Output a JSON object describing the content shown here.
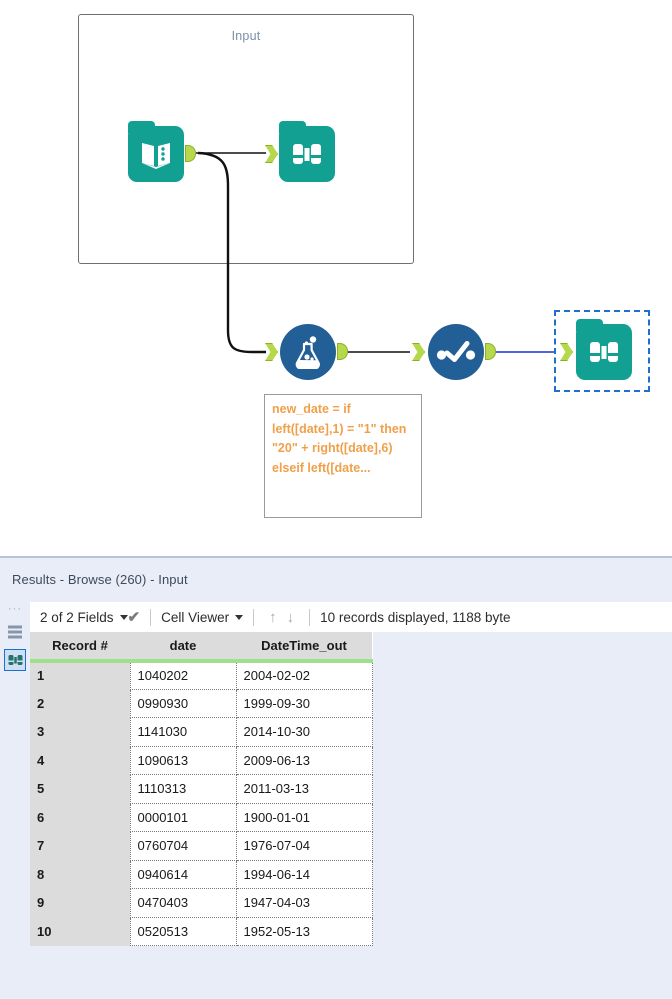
{
  "canvas": {
    "container": {
      "label": "Input"
    },
    "tools": [
      {
        "name": "input-data-tool",
        "icon": "book-icon",
        "type": "input"
      },
      {
        "name": "browse-tool-top",
        "icon": "binoculars-icon",
        "type": "browse"
      },
      {
        "name": "formula-tool",
        "icon": "flask-icon",
        "type": "formula"
      },
      {
        "name": "datetime-tool",
        "icon": "datetime-icon",
        "type": "datetime"
      },
      {
        "name": "browse-tool-selected",
        "icon": "binoculars-icon",
        "type": "browse",
        "selected": true
      }
    ],
    "annotation": {
      "text": "new_date = if left([date],1) = \"1\" then \"20\" + right([date],6) elseif left([date..."
    },
    "colors": {
      "tool_teal": "#12a092",
      "tool_blue": "#225f96",
      "anchor_green": "#b5d94a",
      "selection_blue": "#1d6fd0"
    }
  },
  "results": {
    "title": "Results - Browse (260) - Input",
    "toolbar": {
      "fields_label": "2 of 2 Fields",
      "check_icon": "checkmark-icon",
      "viewer_label": "Cell Viewer",
      "up_icon": "arrow-up-icon",
      "down_icon": "arrow-down-icon",
      "status": "10 records displayed, 1188 byte"
    },
    "rail": {
      "dots": "···",
      "list_icon": "list-icon",
      "browse_icon": "binoculars-icon"
    },
    "table": {
      "headers": [
        "Record #",
        "date",
        "DateTime_out"
      ],
      "header_accent": "#9fe08a",
      "rows": [
        [
          "1",
          "1040202",
          "2004-02-02"
        ],
        [
          "2",
          "0990930",
          "1999-09-30"
        ],
        [
          "3",
          "1141030",
          "2014-10-30"
        ],
        [
          "4",
          "1090613",
          "2009-06-13"
        ],
        [
          "5",
          "1110313",
          "2011-03-13"
        ],
        [
          "6",
          "0000101",
          "1900-01-01"
        ],
        [
          "7",
          "0760704",
          "1976-07-04"
        ],
        [
          "8",
          "0940614",
          "1994-06-14"
        ],
        [
          "9",
          "0470403",
          "1947-04-03"
        ],
        [
          "10",
          "0520513",
          "1952-05-13"
        ]
      ]
    }
  }
}
